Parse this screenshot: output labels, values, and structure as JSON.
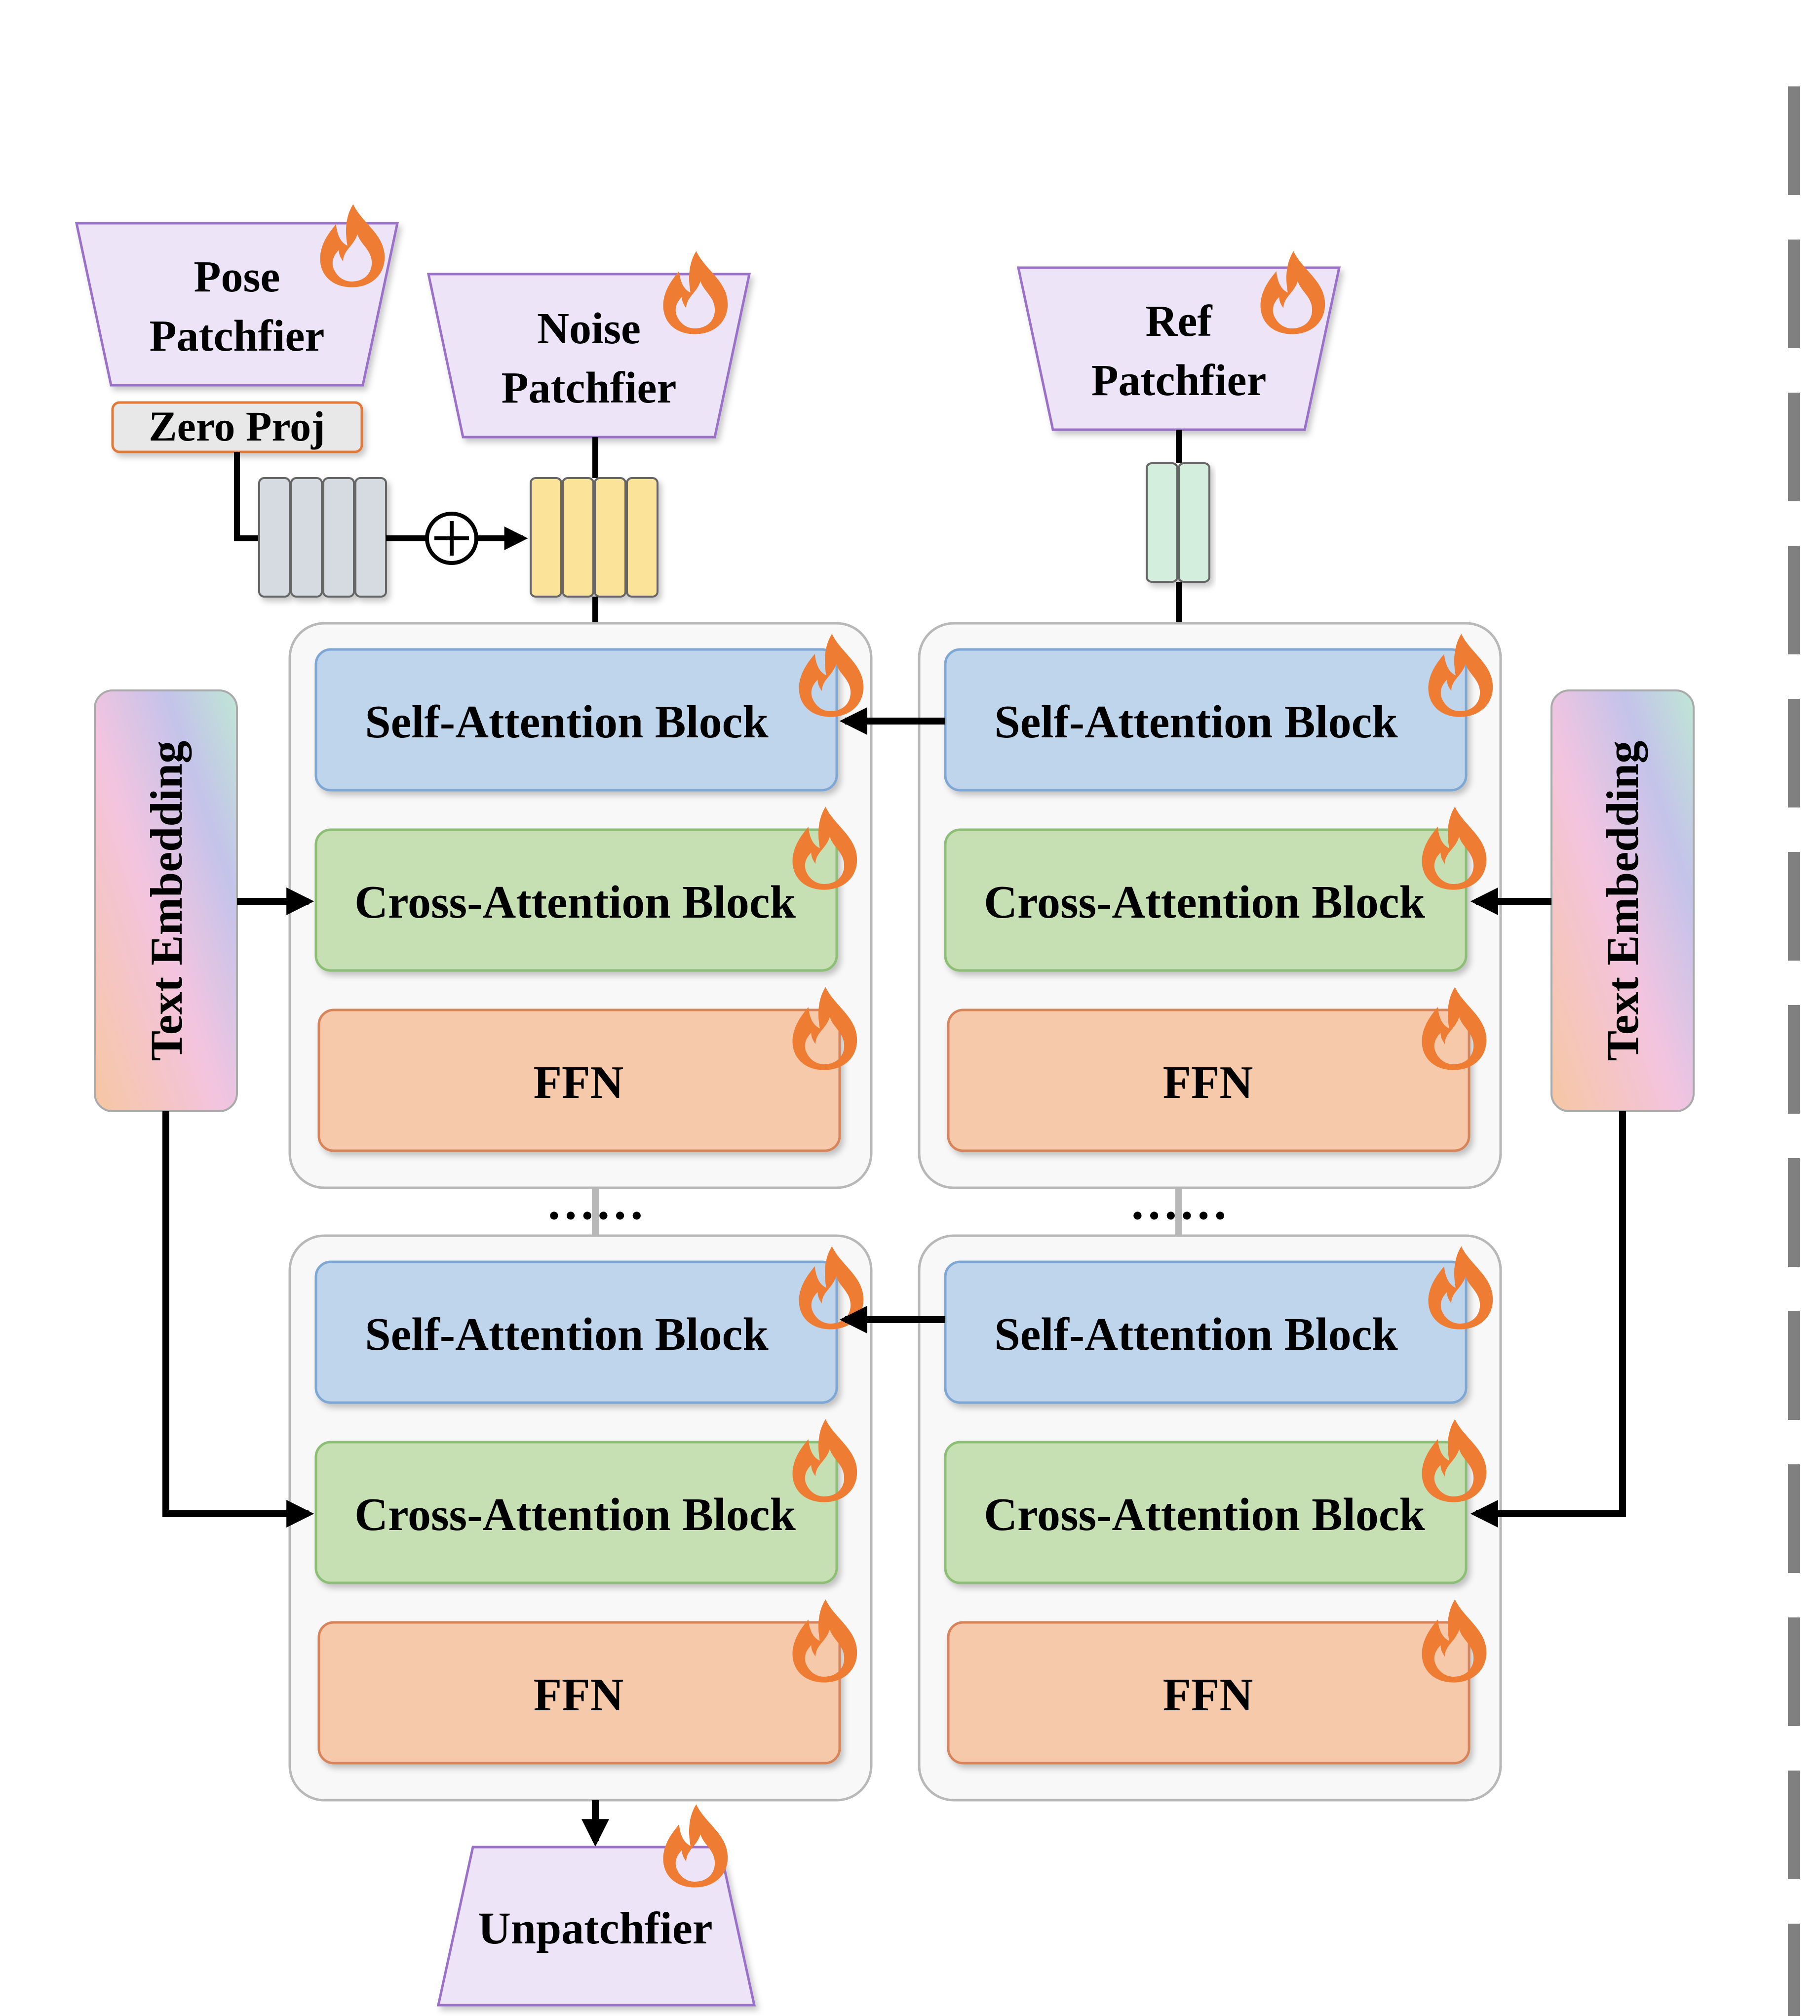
{
  "patchifiers": {
    "pose": {
      "line1": "Pose",
      "line2": "Patchfier"
    },
    "noise": {
      "line1": "Noise",
      "line2": "Patchfier"
    },
    "ref": {
      "line1": "Ref",
      "line2": "Patchfier"
    },
    "unpatchifier": "Unpatchfier"
  },
  "zero_proj": "Zero Proj",
  "text_embedding_left": "Text Embedding",
  "text_embedding_right": "Text Embedding",
  "blocks": {
    "self_attention": "Self-Attention Block",
    "cross_attention": "Cross-Attention Block",
    "ffn": "FFN"
  },
  "ellipsis": "……",
  "colors": {
    "patchifier_fill": "#ede4f7",
    "patchifier_stroke": "#9b6fc9",
    "self_attention_fill": "#bfd5ec",
    "self_attention_stroke": "#7fa7d4",
    "cross_attention_fill": "#c6e0b4",
    "cross_attention_stroke": "#8cbf74",
    "ffn_fill": "#f6c9ab",
    "ffn_stroke": "#d8845a",
    "container_fill": "#f8f8f8",
    "container_stroke": "#b8b8b8",
    "pose_token": "#d6dbe2",
    "noise_token": "#fbe39a",
    "ref_token": "#d4eedd",
    "zero_proj_fill": "#e8e8e8",
    "zero_proj_stroke": "#e07a3a",
    "flame": "#ee7d33",
    "dashed_divider": "#808080"
  },
  "icons": [
    "flame-icon",
    "plus-circle-icon",
    "arrow-icon"
  ]
}
